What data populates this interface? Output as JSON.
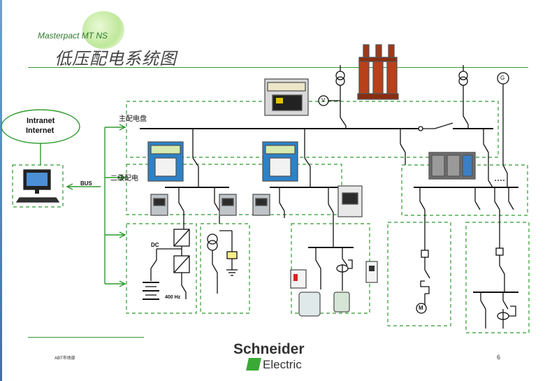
{
  "header": {
    "product": "Masterpact MT NS",
    "title": "低压配电系统图"
  },
  "network": {
    "cloud_line1": "Intranet",
    "cloud_line2": "Internet",
    "bus_label": "BUS"
  },
  "panels": {
    "main_label": "主配电盘",
    "secondary_label": "二级配电"
  },
  "loads": {
    "dc_label": "DC",
    "freq_label": "400 Hz",
    "motor_symbol": "M"
  },
  "sources": {
    "voltmeter_symbol": "V",
    "generator_symbol": "G"
  },
  "footer": {
    "left_text": "ABT市场部",
    "brand_line1": "Schneider",
    "brand_line2": "Electric",
    "page_number": "6"
  },
  "colors": {
    "green": "#2f9a2f",
    "dark": "#111111",
    "title": "#444444",
    "brand_green": "#3aa935"
  }
}
